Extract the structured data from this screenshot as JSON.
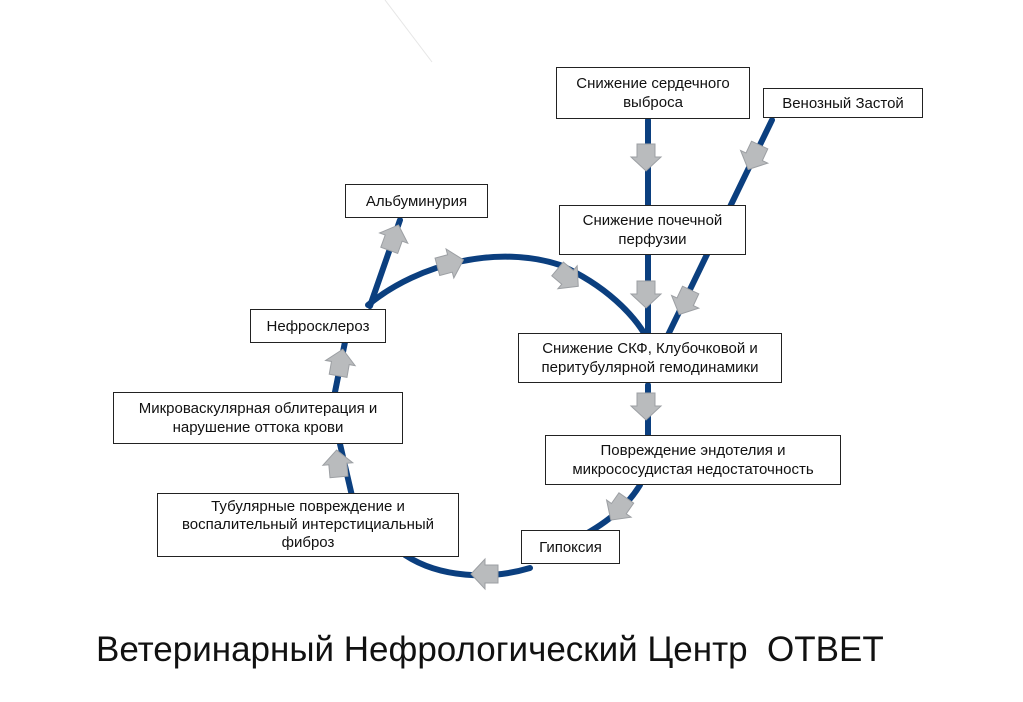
{
  "colors": {
    "line": "#0b3f7f",
    "arrow": "#b9bbbd",
    "arrow_edge": "#9c9fa3",
    "box_border": "#222222"
  },
  "nodes": {
    "cardiac_output": "Снижение сердечного\nвыброса",
    "venous_congestion": "Венозный Застой",
    "renal_perfusion": "Снижение почечной\nперфузии",
    "gfr": "Снижение СКФ, Клубочковой и\nперитубулярной гемодинамики",
    "endothelium": "Повреждение эндотелия и\nмикрососудистая недостаточность",
    "hypoxia": "Гипоксия",
    "tubular": "Тубулярные повреждение и\nвоспалительный интерстициальный\nфиброз",
    "microvascular": "Микроваскулярная облитерация и\nнарушение оттока крови",
    "nephrosclerosis": "Нефросклероз",
    "albuminuria": "Альбуминурия"
  },
  "footer": "Ветеринарный Нефрологический Центр  ОТВЕТ"
}
